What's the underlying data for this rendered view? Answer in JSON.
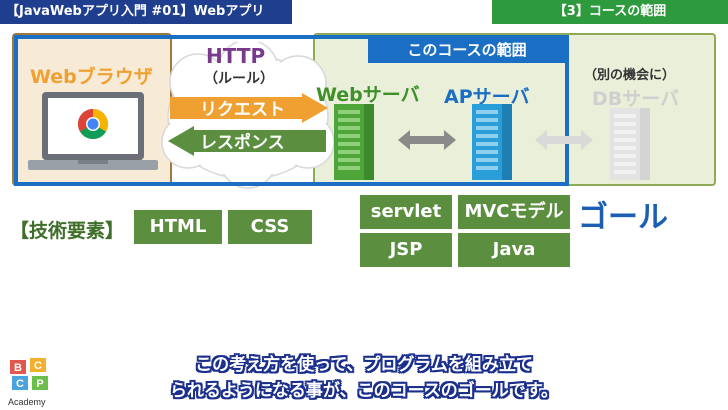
{
  "header": {
    "title": "【JavaWebアプリ入門 #01】Webアプリ",
    "section": "【3】コースの範囲"
  },
  "diagram": {
    "browser_label": "Webブラウザ",
    "http_label": "HTTP",
    "http_sub": "（ルール）",
    "request_label": "リクエスト",
    "response_label": "レスポンス",
    "course_scope_label": "このコースの範囲",
    "web_server_label": "Webサーバ",
    "ap_server_label": "APサーバ",
    "other_opportunity": "（別の機会に）",
    "db_server_label": "DBサーバ"
  },
  "tech": {
    "heading": "【技術要素】",
    "browser_items": [
      "HTML",
      "CSS"
    ],
    "server_items": [
      "servlet",
      "MVCモデル",
      "JSP",
      "Java"
    ],
    "goal": "ゴール"
  },
  "subtitle": {
    "line1": "この考え方を使って、プログラムを組み立て",
    "line2": "られるようになる事が、このコースのゴールです。"
  },
  "logo": {
    "letters": "BCCP",
    "text": "Academy"
  },
  "colors": {
    "header_blue": "#1f3f8e",
    "header_green": "#2e9a3e",
    "course_blue": "#1a6fc4",
    "browser_orange": "#f0a030",
    "tech_green": "#5b8f3f",
    "server_green": "#5fb24a",
    "server_blue": "#2a9ed8",
    "goal_blue": "#1a5fb4"
  }
}
